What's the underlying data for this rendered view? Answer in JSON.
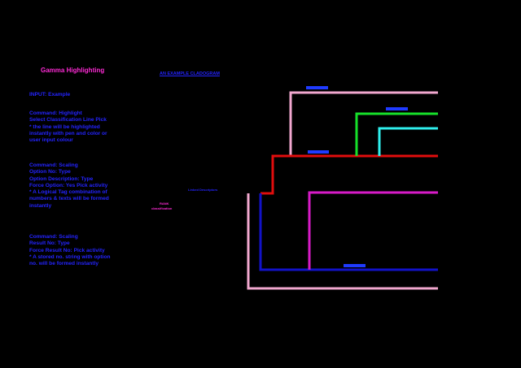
{
  "heading": "Gamma Highlighting",
  "subheading": "AN EXAMPLE CLADOGRAM",
  "blocks": [
    {
      "lines": [
        "INPUT: Example"
      ]
    },
    {
      "lines": [
        "Command: Highlight",
        "Select Classification Line Pick",
        "* the line will be highlighted",
        "instantly with pen and color or",
        "user input colour"
      ]
    },
    {
      "lines": [
        "Command: Scaling",
        "Option No: Type",
        "Option Description: Type",
        "Force Option: Yes Pick activity",
        "* A Logical Tag combination of",
        "numbers & texts will be formed",
        "instantly"
      ]
    },
    {
      "lines": [
        "Command: Scaling",
        "Result No: Type",
        "Force Result No: Pick activity",
        "* A stored no. string with option",
        "no. will be formed instantly"
      ]
    }
  ],
  "node_label": "Linked Descriptors",
  "magenta_label": [
    "RANK",
    "classification"
  ],
  "colors": {
    "pink": "#ff2bd6",
    "blue": "#2424ff",
    "light_pink": "#f2a8cf",
    "green": "#16e02a",
    "cyan": "#2ff0ee",
    "red": "#e00d0d",
    "magenta": "#d81bc8",
    "navy": "#1212c8"
  }
}
